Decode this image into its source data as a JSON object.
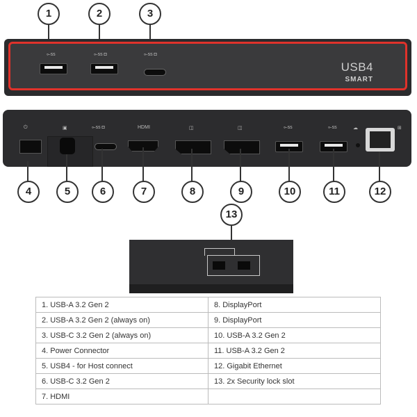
{
  "callouts": [
    "1",
    "2",
    "3",
    "4",
    "5",
    "6",
    "7",
    "8",
    "9",
    "10",
    "11",
    "12",
    "13"
  ],
  "front_panel": {
    "brand": "USB4",
    "brand_sub": "SMART",
    "accent_color": "#e0322b",
    "port_icons": [
      "usb-icon",
      "usb-icon",
      "usb-c-icon"
    ]
  },
  "back_panel": {
    "labels": {
      "hdmi": "HDMI"
    },
    "port_icons": [
      "power-icon",
      "host-icon",
      "usb-c-icon",
      "hdmi",
      "displayport-icon",
      "displayport-icon",
      "usb-icon",
      "usb-icon",
      "cloud-icon",
      "ethernet-icon"
    ]
  },
  "legend": {
    "rows": [
      [
        "1.   USB-A 3.2 Gen 2",
        "8.   DisplayPort"
      ],
      [
        "2.   USB-A 3.2 Gen 2 (always on)",
        "9.   DisplayPort"
      ],
      [
        "3.   USB-C 3.2 Gen 2 (always on)",
        "10. USB-A 3.2 Gen 2"
      ],
      [
        "4.   Power Connector",
        "11. USB-A 3.2 Gen 2"
      ],
      [
        "5.   USB4 - for Host connect",
        "12. Gigabit Ethernet"
      ],
      [
        "6.   USB-C 3.2 Gen 2",
        "13. 2x Security lock slot"
      ],
      [
        "7.   HDMI",
        ""
      ]
    ]
  }
}
